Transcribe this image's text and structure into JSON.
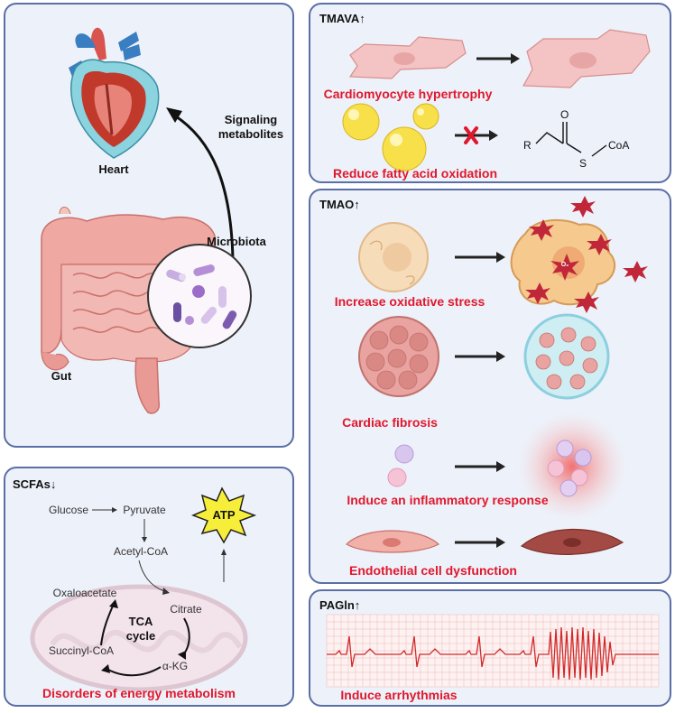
{
  "gut_heart_panel": {
    "heart_label": "Heart",
    "signaling_label_line1": "Signaling",
    "signaling_label_line2": "metabolites",
    "microbiota_label": "Microbiota",
    "gut_label": "Gut"
  },
  "scfa_panel": {
    "header": "SCFAs",
    "header_arrow": "↓",
    "glucose": "Glucose",
    "pyruvate": "Pyruvate",
    "acetyl_coa": "Acetyl-CoA",
    "atp": "ATP",
    "oxaloacetate": "Oxaloacetate",
    "citrate": "Citrate",
    "tca_line1": "TCA",
    "tca_line2": "cycle",
    "succinyl_coa": "Succinyl-CoA",
    "alpha_kg": "α-KG",
    "outcome": "Disorders of energy metabolism"
  },
  "tmava_panel": {
    "header": "TMAVA",
    "header_arrow": "↑",
    "effect1": "Cardiomyocyte hypertrophy",
    "effect2": "Reduce fatty acid oxidation",
    "chem_r": "R",
    "chem_o": "O",
    "chem_s": "S",
    "chem_coa": "CoA"
  },
  "tmao_panel": {
    "header": "TMAO",
    "header_arrow": "↑",
    "effect1": "Increase oxidative stress",
    "effect2": "Cardiac fibrosis",
    "effect3": "Induce an inflammatory response",
    "effect4": "Endothelial cell dysfunction",
    "o2_label": "O₂"
  },
  "pagln_panel": {
    "header": "PAGln",
    "header_arrow": "↑",
    "effect": "Induce arrhythmias"
  },
  "colors": {
    "panel_bg": "#edf1f9",
    "panel_border": "#5b6fa6",
    "accent_red": "#e0182d"
  }
}
